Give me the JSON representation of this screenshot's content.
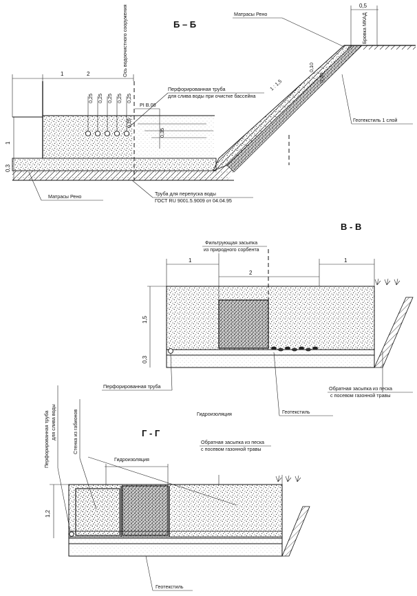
{
  "sections": {
    "bb": {
      "title": "Б – Б",
      "dims": {
        "d1": "1",
        "d2": "2",
        "d05": "0,5",
        "h1": "1",
        "h03": "0,3",
        "s015": "1 : 1,5",
        "t010": "0,10",
        "t030": "0,30",
        "c025_1": "0,25",
        "c025_2": "0,25",
        "c025_3": "0,25",
        "c025_4": "0,25",
        "c025_5": "0,25",
        "c025_6": "0,25",
        "v035": "0,35"
      },
      "labels": {
        "axis": "Ось водоочистного сооружения",
        "mattress_top": "Матрасы Рено",
        "mkad": "Бровка МКАД",
        "perforated": "Перфорированная труба",
        "perforated_sub": "для слива воды при очистке бассейна",
        "pi": "PI B.08",
        "geotextile": "Геотекстиль 1 слой",
        "mattress_bottom": "Матрасы Рено",
        "bypass": "Труба для перепуска воды",
        "gost": "ГОСТ RU 9001.5.9009 от 04.04.95"
      }
    },
    "vv": {
      "title": "В - В",
      "dims": {
        "d1a": "1",
        "d1b": "1",
        "d2": "2",
        "h15": "1,5",
        "h03": "0,3"
      },
      "labels": {
        "filter": "Фильтрующая засыпка",
        "filter_sub": "из природного сорбента",
        "perforated": "Перфорированная труба",
        "backfill": "Обратная засыпка из песка",
        "backfill_sub": "с посевом газонной травы",
        "waterproof": "Гидроизоляция",
        "geotextile": "Геотекстиль"
      }
    },
    "gg": {
      "title": "Г - Г",
      "dims": {
        "h12": "1,2"
      },
      "labels": {
        "pipe": "Перфорированная труба",
        "pipe_sub": "для слива воды",
        "gabion": "Стенка из габионов",
        "waterproof": "Гидроизоляция",
        "backfill": "Обратная засыпка из песка",
        "backfill_sub": "с посевом газонной травы",
        "geotextile": "Геотекстиль"
      }
    }
  }
}
